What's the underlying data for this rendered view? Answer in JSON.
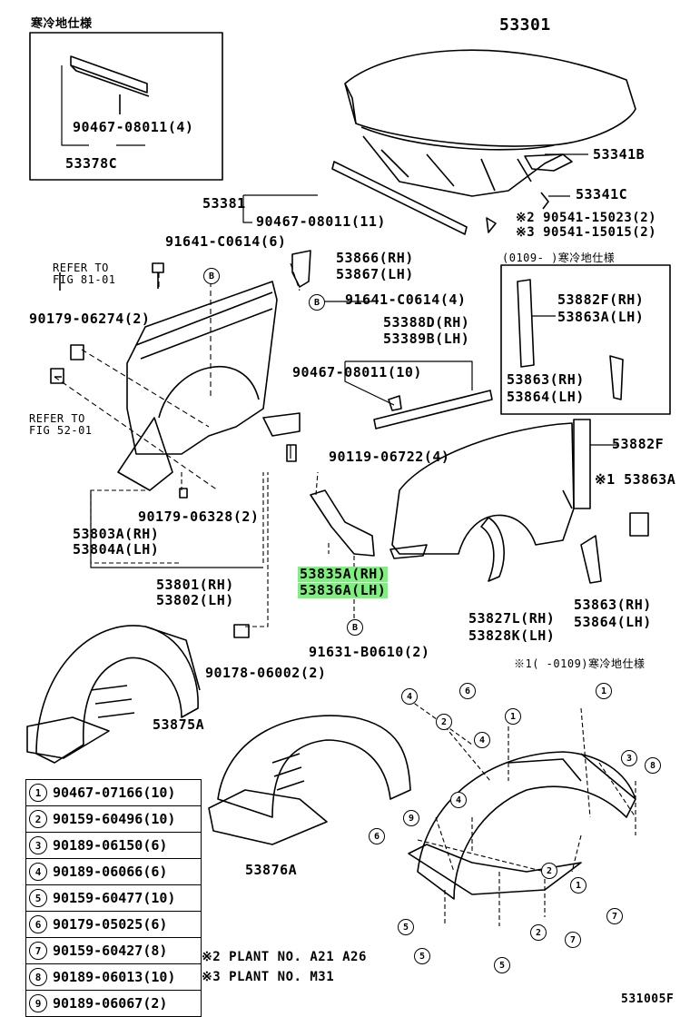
{
  "diagram_code": "531005F",
  "cold_box": {
    "title": "寒冷地仕様",
    "bolt": "90467-08011(4)",
    "part": "53378C"
  },
  "top": {
    "hood": "53301",
    "hood_seal": "53341B",
    "cushion": "53341C",
    "screw_2": "※2 90541-15023(2)",
    "screw_3": "※3 90541-15015(2)",
    "rail": "53381",
    "rail_clip": "90467-08011(11)"
  },
  "left": {
    "bolt_a": "91641-C0614(6)",
    "refer_1a": "REFER TO",
    "refer_1b": "FIG 81-01",
    "bolt_b": "90179-06274(2)",
    "refer_2a": "REFER TO",
    "refer_2b": "FIG 52-01",
    "nut": "90179-06328(2)",
    "bracket_rh": "53803A(RH)",
    "bracket_lh": "53804A(LH)",
    "apron_rh": "53801(RH)",
    "apron_lh": "53802(LH)",
    "clip": "90178-06002(2)"
  },
  "center": {
    "seal_rh": "53866(RH)",
    "seal_lh": "53867(LH)",
    "bolt_c": "91641-C0614(4)",
    "molding_rh": "53388D(RH)",
    "molding_lh": "53389B(LH)",
    "clip_b": "90467-08011(10)",
    "bolt_d": "90119-06722(4)",
    "brace_rh": "53835A(RH)",
    "brace_lh": "53836A(LH)",
    "bolt_e": "91631-B0610(2)"
  },
  "right_box": {
    "title": "(0109-  )寒冷地仕様",
    "p1": "53882F(RH)",
    "p2": "53863A(LH)",
    "p3": "53863(RH)",
    "p4": "53864(LH)"
  },
  "right": {
    "p5": "53882F",
    "p6": "※1 53863A",
    "p7": "53863(RH)",
    "p8": "53864(LH)",
    "liner_rh": "53827L(RH)",
    "liner_lh": "53828K(LH)",
    "note": "※1(   -0109)寒冷地仕様"
  },
  "bottom": {
    "liner_a": "53875A",
    "liner_b": "53876A"
  },
  "legend": [
    {
      "num": "1",
      "part": "90467-07166(10)"
    },
    {
      "num": "2",
      "part": "90159-60496(10)"
    },
    {
      "num": "3",
      "part": "90189-06150(6)"
    },
    {
      "num": "4",
      "part": "90189-06066(6)"
    },
    {
      "num": "5",
      "part": "90159-60477(10)"
    },
    {
      "num": "6",
      "part": "90179-05025(6)"
    },
    {
      "num": "7",
      "part": "90159-60427(8)"
    },
    {
      "num": "8",
      "part": "90189-06013(10)"
    },
    {
      "num": "9",
      "part": "90189-06067(2)"
    }
  ],
  "plants": {
    "p2": "※2 PLANT NO.  A21 A26",
    "p3": "※3 PLANT NO.  M31"
  }
}
